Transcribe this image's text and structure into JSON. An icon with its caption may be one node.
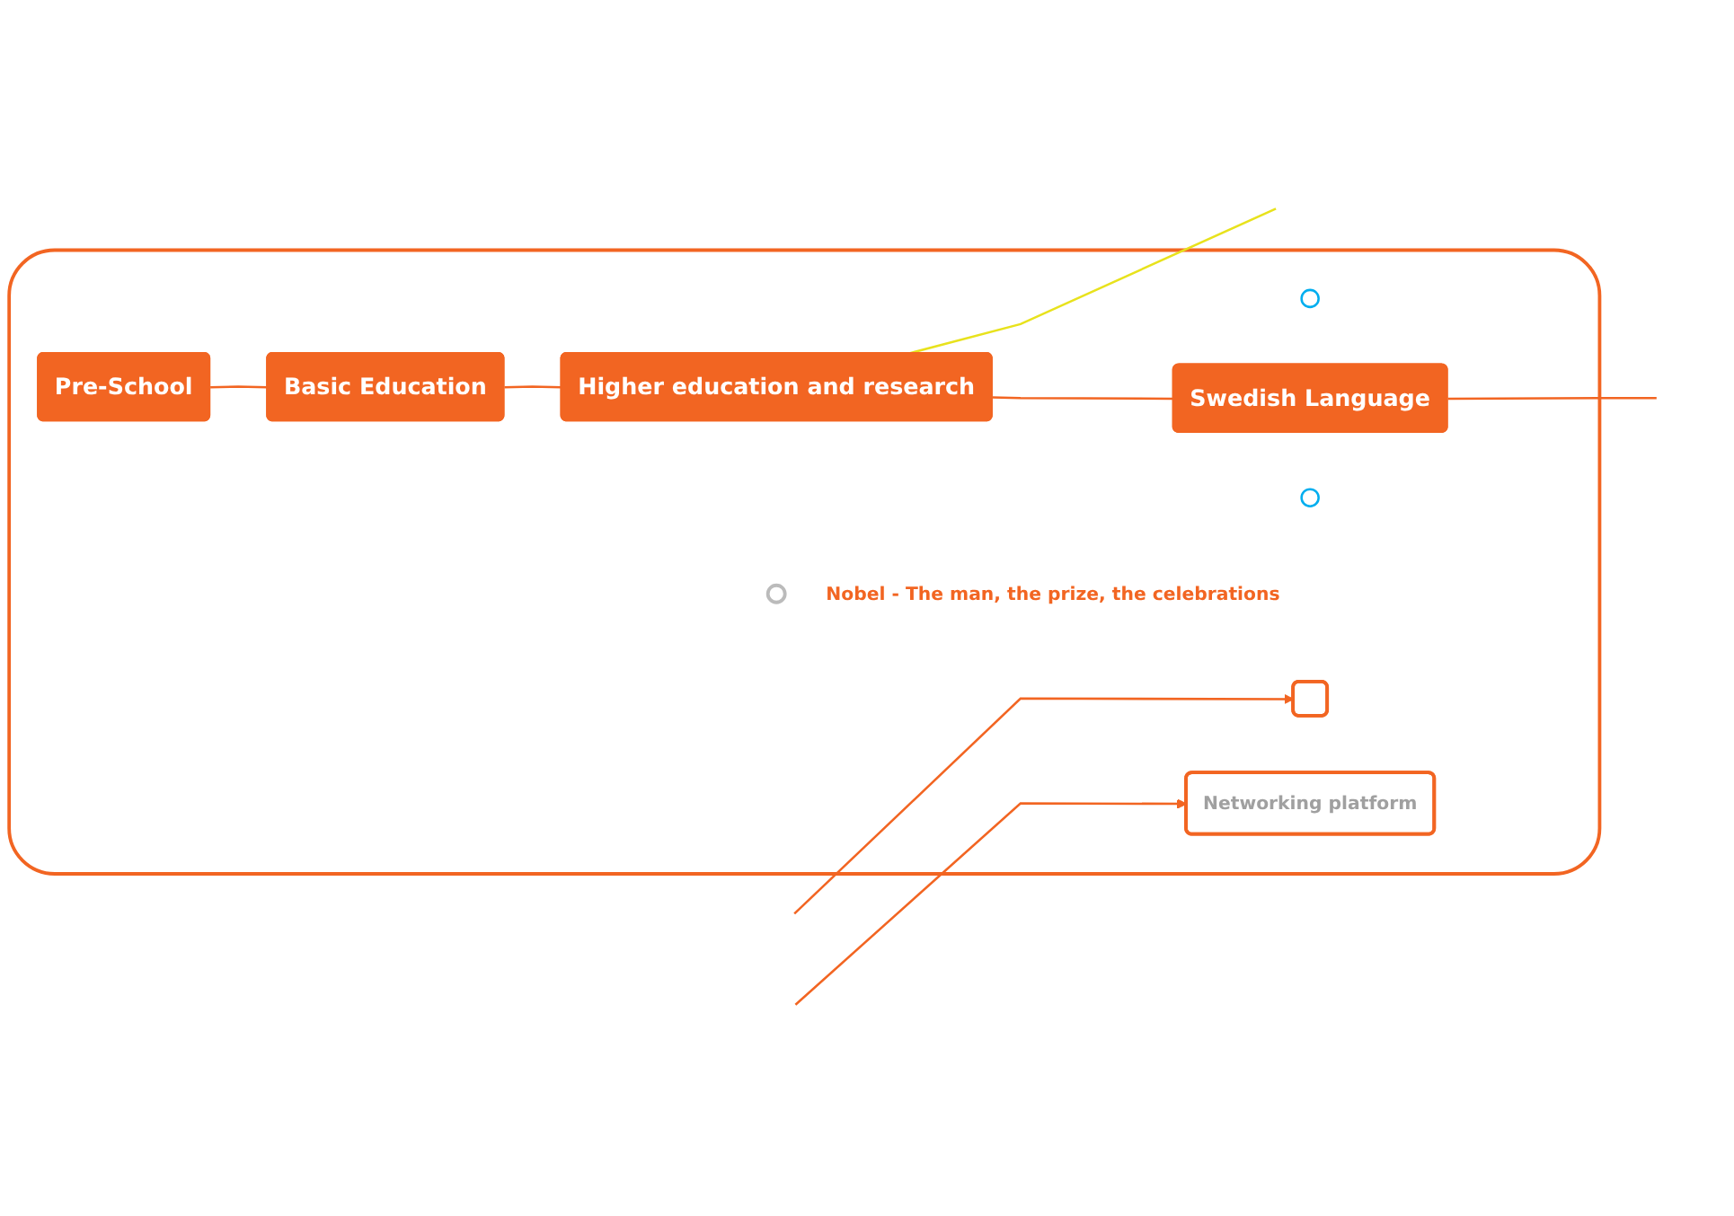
{
  "diagram": {
    "nodes": [
      {
        "text": [],
        "shape": "box"
      },
      {
        "text": [],
        "shape": "circle",
        "in": 0
      },
      {
        "text": [
          "Pre-School"
        ],
        "in": 0
      },
      {
        "text": [
          "Basic Education"
        ],
        "in": 0
      },
      {
        "text": [
          "Swedish Language"
        ],
        "in": 0
      },
      {
        "text": [],
        "shape": "circle",
        "in": 0
      },
      {
        "text": [],
        "shape": "box",
        "in": 0
      },
      {
        "text": [
          "Higher education and research"
        ],
        "in": 0
      },
      {
        "text": [],
        "shape": "circle",
        "in": 0,
        "beside": [
          "Nobel - The man, the prize, the celebrations"
        ]
      },
      {
        "text": [
          "Networking platform"
        ],
        "in": 0
      }
    ],
    "edges": [
      {
        "from": 2,
        "to": 3,
        "arrow": "none"
      },
      {
        "from": 3,
        "to": 7,
        "arrow": "none"
      },
      {
        "from": 7,
        "to": 4,
        "arrow": "none"
      },
      {
        "from": 4,
        "to": null,
        "arrow": "none"
      },
      {
        "from": 7,
        "to": null,
        "arrow": "none",
        "color": "#e8e21c"
      },
      {
        "from": null,
        "to": 6,
        "arrow": "to"
      },
      {
        "from": null,
        "to": 9,
        "arrow": "to"
      }
    ]
  }
}
